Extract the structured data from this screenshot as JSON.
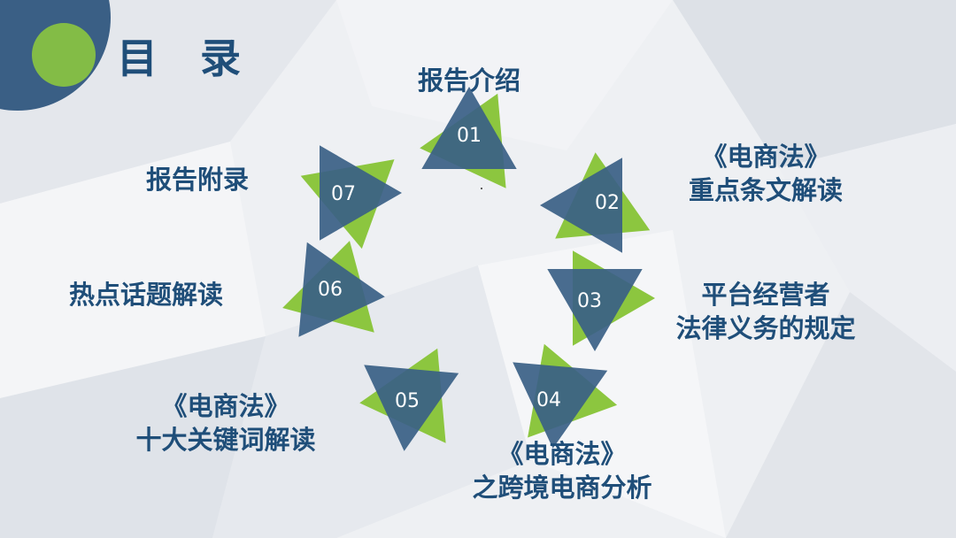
{
  "title": "目 录",
  "colors": {
    "navy": "#1f4e79",
    "green": "#8cc63f",
    "blue_tri": "#3a5f85"
  },
  "items": [
    {
      "number": "01",
      "lines": [
        "报告介绍"
      ]
    },
    {
      "number": "02",
      "lines": [
        "《电商法》",
        "重点条文解读"
      ]
    },
    {
      "number": "03",
      "lines": [
        "平台经营者",
        "法律义务的规定"
      ]
    },
    {
      "number": "04",
      "lines": [
        "《电商法》",
        "之跨境电商分析"
      ]
    },
    {
      "number": "05",
      "lines": [
        "《电商法》",
        "十大关键词解读"
      ]
    },
    {
      "number": "06",
      "lines": [
        "热点话题解读"
      ]
    },
    {
      "number": "07",
      "lines": [
        "报告附录"
      ]
    }
  ]
}
